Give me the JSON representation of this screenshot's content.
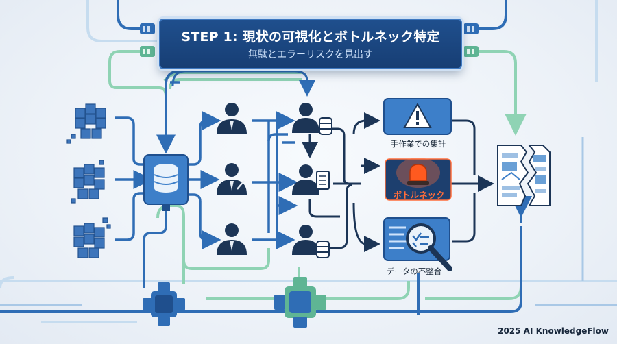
{
  "header": {
    "title": "STEP 1: 現状の可視化とボトルネック特定",
    "subtitle": "無駄とエラーリスクを見出す"
  },
  "issues": [
    {
      "label": "手作業での集計",
      "icon": "warning-icon"
    },
    {
      "label": "ボトルネック",
      "icon": "alarm-light-icon"
    },
    {
      "label": "データの不整合",
      "icon": "magnifier-icon"
    }
  ],
  "footer": {
    "brand": "2025 AI KnowledgeFlow"
  },
  "colors": {
    "primary_blue": "#2f6db5",
    "dark_navy": "#1c3556",
    "line_green": "#8fd3b4",
    "light_wire": "#c6dcef",
    "alert_orange": "#ff6d3a"
  }
}
